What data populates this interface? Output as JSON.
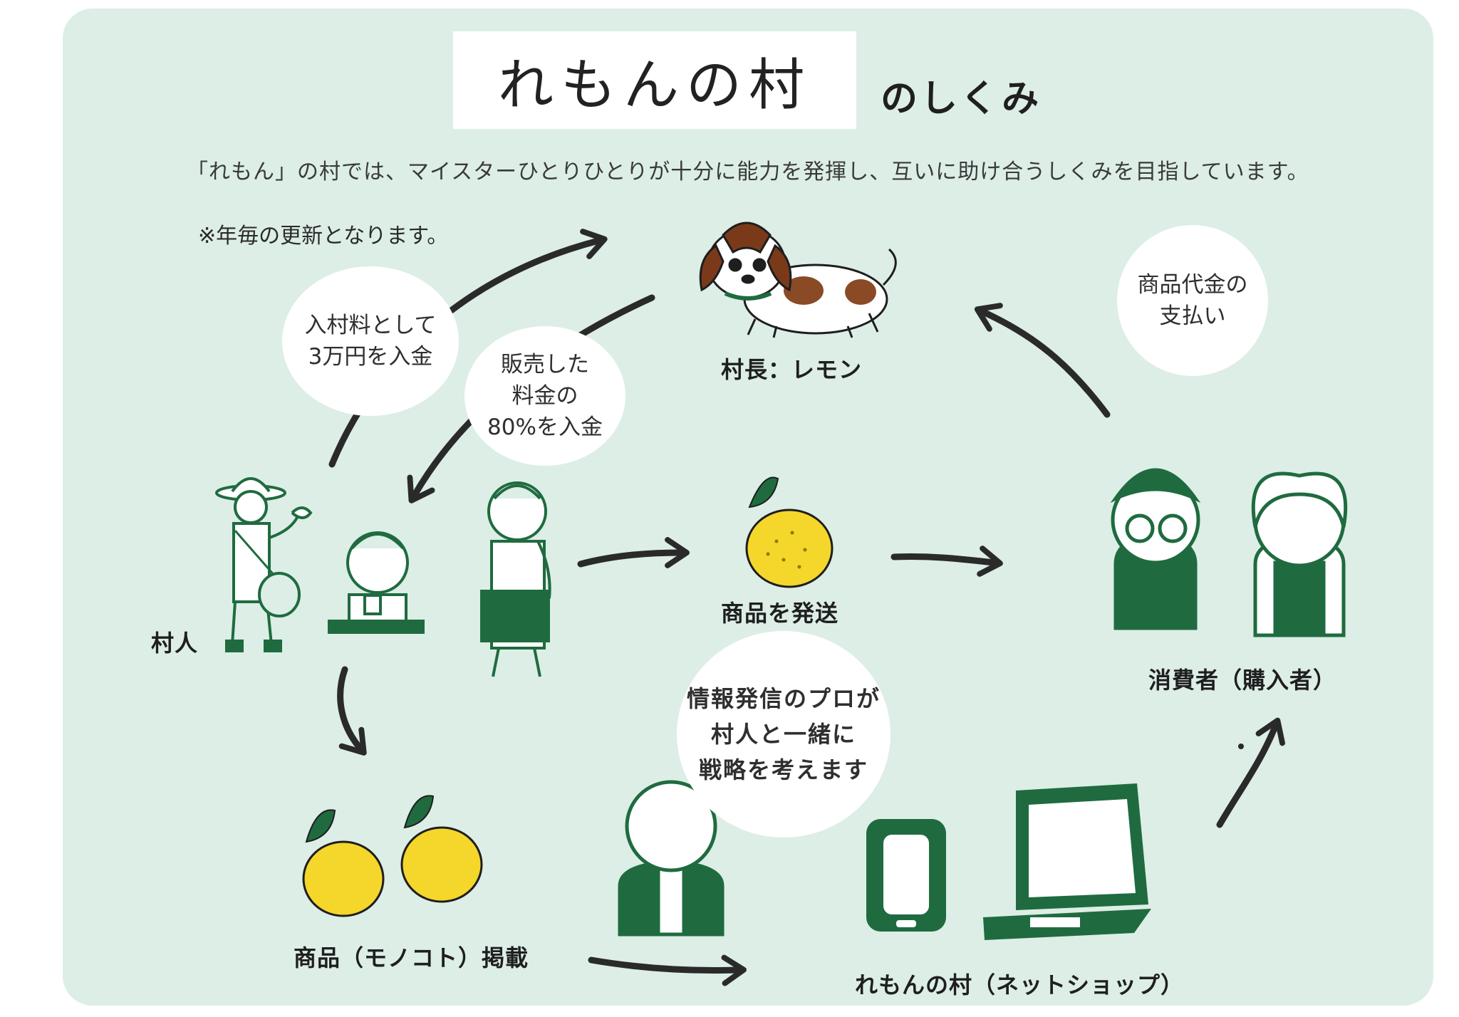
{
  "title": {
    "main": "れもんの村",
    "sub": "のしくみ"
  },
  "intro": "「れもん」の村では、マイスターひとりひとりが十分に能力を発揮し、互いに助け合うしくみを目指しています。",
  "note": "※年毎の更新となります。",
  "bubbles": {
    "entry_fee": "入村料として\n3万円を入金",
    "sales_share": "販売した\n料金の\n80%を入金",
    "payment": "商品代金の\n支払い",
    "info_pro": "情報発信のプロが\n村人と一緒に\n戦略を考えます"
  },
  "labels": {
    "chief": "村長：レモン",
    "villagers": "村人",
    "ship": "商品を発送",
    "consumers": "消費者（購入者）",
    "listing": "商品（モノコト）掲載",
    "shop": "れもんの村（ネットショップ）"
  },
  "colors": {
    "panel": "#dceee6",
    "ink_green": "#1f6b3f",
    "lemon": "#f5d62a",
    "arrow": "#2a2a2a"
  },
  "icons": [
    "dog-icon",
    "farmer-icon",
    "child-icon",
    "woman-apron-icon",
    "lemon-icon",
    "boy-glasses-icon",
    "girl-icon",
    "old-man-icon",
    "smartphone-icon",
    "laptop-icon"
  ]
}
